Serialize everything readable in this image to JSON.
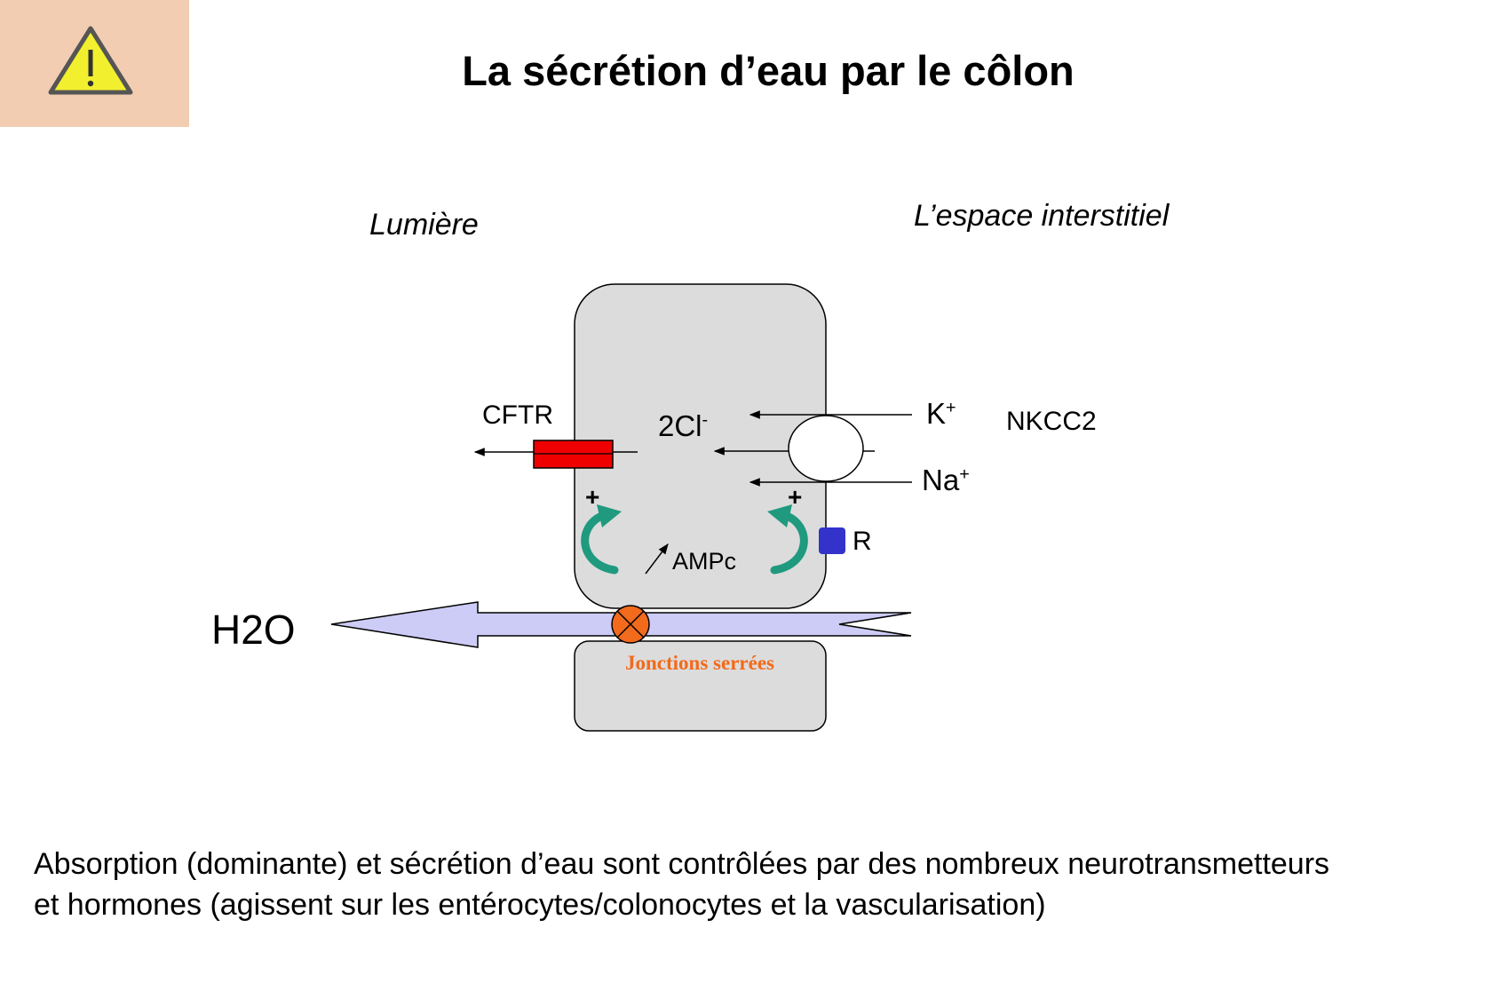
{
  "header": {
    "warning_icon": "warning-triangle-icon",
    "title": "La sécrétion d’eau par le côlon"
  },
  "diagram": {
    "lumen_label": "Lumière",
    "interstitial_label": "L’espace interstitiel",
    "cftr_label": "CFTR",
    "chloride_label": "2Cl",
    "chloride_charge": "-",
    "k_label": "K",
    "k_charge": "+",
    "na_label": "Na",
    "na_charge": "+",
    "nkcc2_label": "NKCC2",
    "receptor_label": "R",
    "plus_left": "+",
    "plus_right": "+",
    "campc_label": "AMPc",
    "water_label": "H2O",
    "junction_label": "Jonctions serrées",
    "colors": {
      "cell_fill": "#dcdcdc",
      "cftr": "#ee0000",
      "receptor": "#3333cc",
      "water_arrow": "#ccccf7",
      "junction": "#f26a1b",
      "curved_arrow": "#1f9a7f"
    }
  },
  "footer": {
    "line1": "Absorption (dominante) et sécrétion d’eau sont contrôlées par des nombreux neurotransmetteurs",
    "line2": "et hormones (agissent sur les entérocytes/colonocytes et la vascularisation)"
  }
}
